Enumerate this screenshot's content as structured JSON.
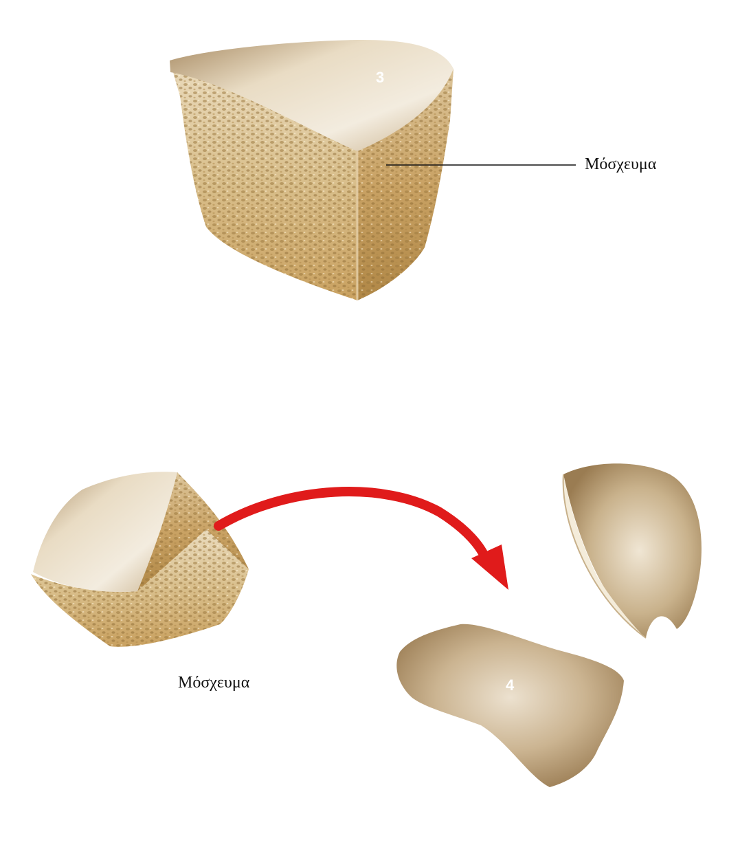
{
  "figure": {
    "background": "#ffffff",
    "panel_top": {
      "step_number": "3",
      "callout_label": "Μόσχευμα",
      "graft_color": "#c9a46a"
    },
    "panel_bottom": {
      "step_number": "4",
      "graft_label": "Μόσχευμα",
      "arrow_color": "#e01b1b",
      "bone_color": "#b59a73"
    }
  }
}
